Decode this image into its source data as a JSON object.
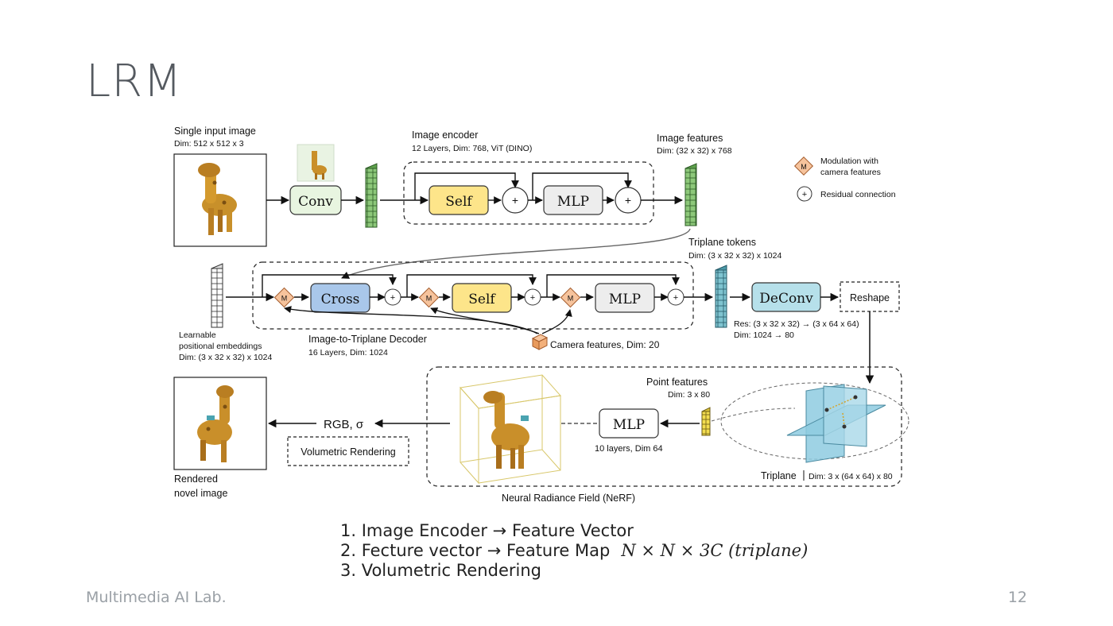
{
  "slide": {
    "title": "LRM",
    "footer_left": "Multimedia AI Lab.",
    "page_number": "12"
  },
  "diagram": {
    "input_image_label": "Single input image",
    "input_image_dim": "Dim: 512 x 512 x 3",
    "conv_label": "Conv",
    "encoder_title": "Image encoder",
    "encoder_subtitle": "12 Layers, Dim: 768, ViT (DINO)",
    "self_label": "Self",
    "mlp_label": "MLP",
    "image_features_label": "Image features",
    "image_features_dim": "Dim: (32 x 32) x 768",
    "legend_modulation_line1": "Modulation with",
    "legend_modulation_line2": "camera features",
    "legend_residual": "Residual connection",
    "m_symbol": "M",
    "plus_symbol": "+",
    "triplane_tokens_label": "Triplane  tokens",
    "triplane_tokens_dim": "Dim: (3 x 32 x 32) x 1024",
    "learnable_line1": "Learnable",
    "learnable_line2": "positional embeddings",
    "learnable_dim": "Dim: (3 x 32 x 32) x 1024",
    "cross_label": "Cross",
    "decoder_self_label": "Self",
    "decoder_mlp_label": "MLP",
    "decoder_title": "Image-to-Triplane Decoder",
    "decoder_subtitle": "16 Layers, Dim: 1024",
    "camera_features": "Camera features, Dim: 20",
    "deconv_label": "DeConv",
    "reshape_label": "Reshape",
    "deconv_res": "Res: (3 x 32 x 32) → (3 x 64 x 64)",
    "deconv_dim": "Dim: 1024 → 80",
    "point_features_label": "Point features",
    "point_features_dim": "Dim: 3 x 80",
    "nerf_mlp_label": "MLP",
    "nerf_mlp_sub": "10 layers, Dim 64",
    "rgb_sigma": "RGB, σ",
    "volumetric_rendering": "Volumetric Rendering",
    "rendered_line1": "Rendered",
    "rendered_line2": "novel image",
    "nerf_title": "Neural Radiance Field (NeRF)",
    "triplane_label": "Triplane",
    "triplane_dim": "Dim: 3 x (64 x 64) x 80"
  },
  "list_items": [
    "1. Image Encoder → Feature Vector",
    "2. Fecture vector → Feature Map",
    "3. Volumetric Rendering"
  ],
  "math_expression": "N × N × 3C (triplane)",
  "colors": {
    "conv_fill": "#e8f5e0",
    "self_fill": "#fde58a",
    "mlp_fill": "#ededed",
    "cross_fill": "#a9c7ea",
    "deconv_fill": "#b6e0ea",
    "m_fill": "#f6c39c",
    "feature_green": "#8dc87a",
    "token_teal": "#7fc4d0",
    "point_yellow": "#f3dd4f",
    "plane_blue": "#8ecbe0"
  }
}
